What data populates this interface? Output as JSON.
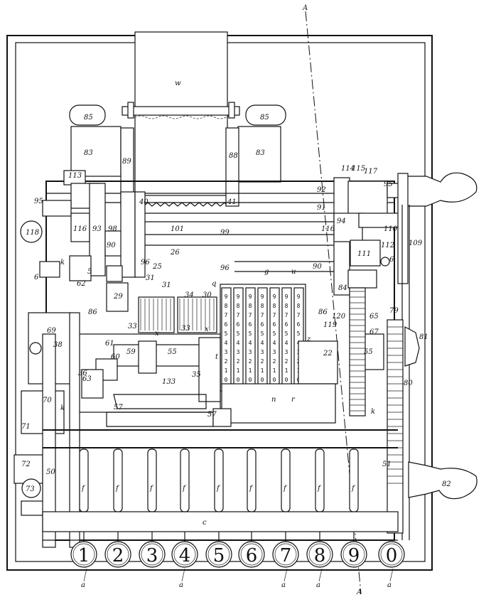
{
  "axis_marks": [
    "A",
    "A"
  ],
  "keys": [
    {
      "digit": "1"
    },
    {
      "digit": "2"
    },
    {
      "digit": "3"
    },
    {
      "digit": "4"
    },
    {
      "digit": "5"
    },
    {
      "digit": "6"
    },
    {
      "digit": "7"
    },
    {
      "digit": "8"
    },
    {
      "digit": "9"
    },
    {
      "digit": "0"
    }
  ],
  "key_ref": "a",
  "key_stem_ref": "f",
  "paper_ref": "w",
  "counter_wheel_digits": [
    "9",
    "8",
    "7",
    "6",
    "5",
    "4",
    "3",
    "2",
    "1",
    "0"
  ],
  "labels": {
    "l85a": "85",
    "l85b": "85",
    "l83a": "83",
    "l83b": "83",
    "l89": "89",
    "l88": "88",
    "l113": "113",
    "l114": "114",
    "l115": "115",
    "l117": "117",
    "l95a": "95",
    "l95b": "95",
    "l118": "118",
    "l116a": "116",
    "l116b": "116",
    "l93": "93",
    "l98": "98",
    "l101": "101",
    "l99": "99",
    "l40": "40",
    "l41": "41",
    "l92": "92",
    "l91": "91",
    "l94": "94",
    "l110": "110",
    "l109": "109",
    "l111": "111",
    "l112": "112",
    "l90a": "90",
    "l90b": "90",
    "l96a": "96",
    "l96b": "96",
    "l26": "26",
    "l25": "25",
    "l5": "5",
    "l62": "62",
    "l6a": "6",
    "l6b": "6",
    "lk1": "k",
    "lk2": "k",
    "lk3": "k",
    "l31a": "31",
    "l31b": "31",
    "l34": "34",
    "l30": "30",
    "lq": "q",
    "l29": "29",
    "l86a": "86",
    "l86b": "86",
    "l33a": "33",
    "l33b": "33",
    "lx1": "x",
    "lx2": "x",
    "l69": "69",
    "l38": "38",
    "l61": "61",
    "l60": "60",
    "l59": "59",
    "l55a": "55",
    "l55b": "55",
    "l36": "36",
    "l63": "63",
    "l35": "35",
    "lt": "t",
    "l133": "133",
    "l57a": "57",
    "l57b": "57",
    "l70": "70",
    "l71": "71",
    "l72": "72",
    "l73": "73",
    "l50": "50",
    "lc": "c",
    "l120": "120",
    "l119": "119",
    "l22": "22",
    "lz": "z",
    "l65": "65",
    "l67": "67",
    "l79": "79",
    "l81": "81",
    "l80": "80",
    "l51": "51",
    "l82": "82",
    "lr": "r",
    "ln": "n",
    "lu": "u",
    "lg": "g",
    "l84": "84"
  }
}
